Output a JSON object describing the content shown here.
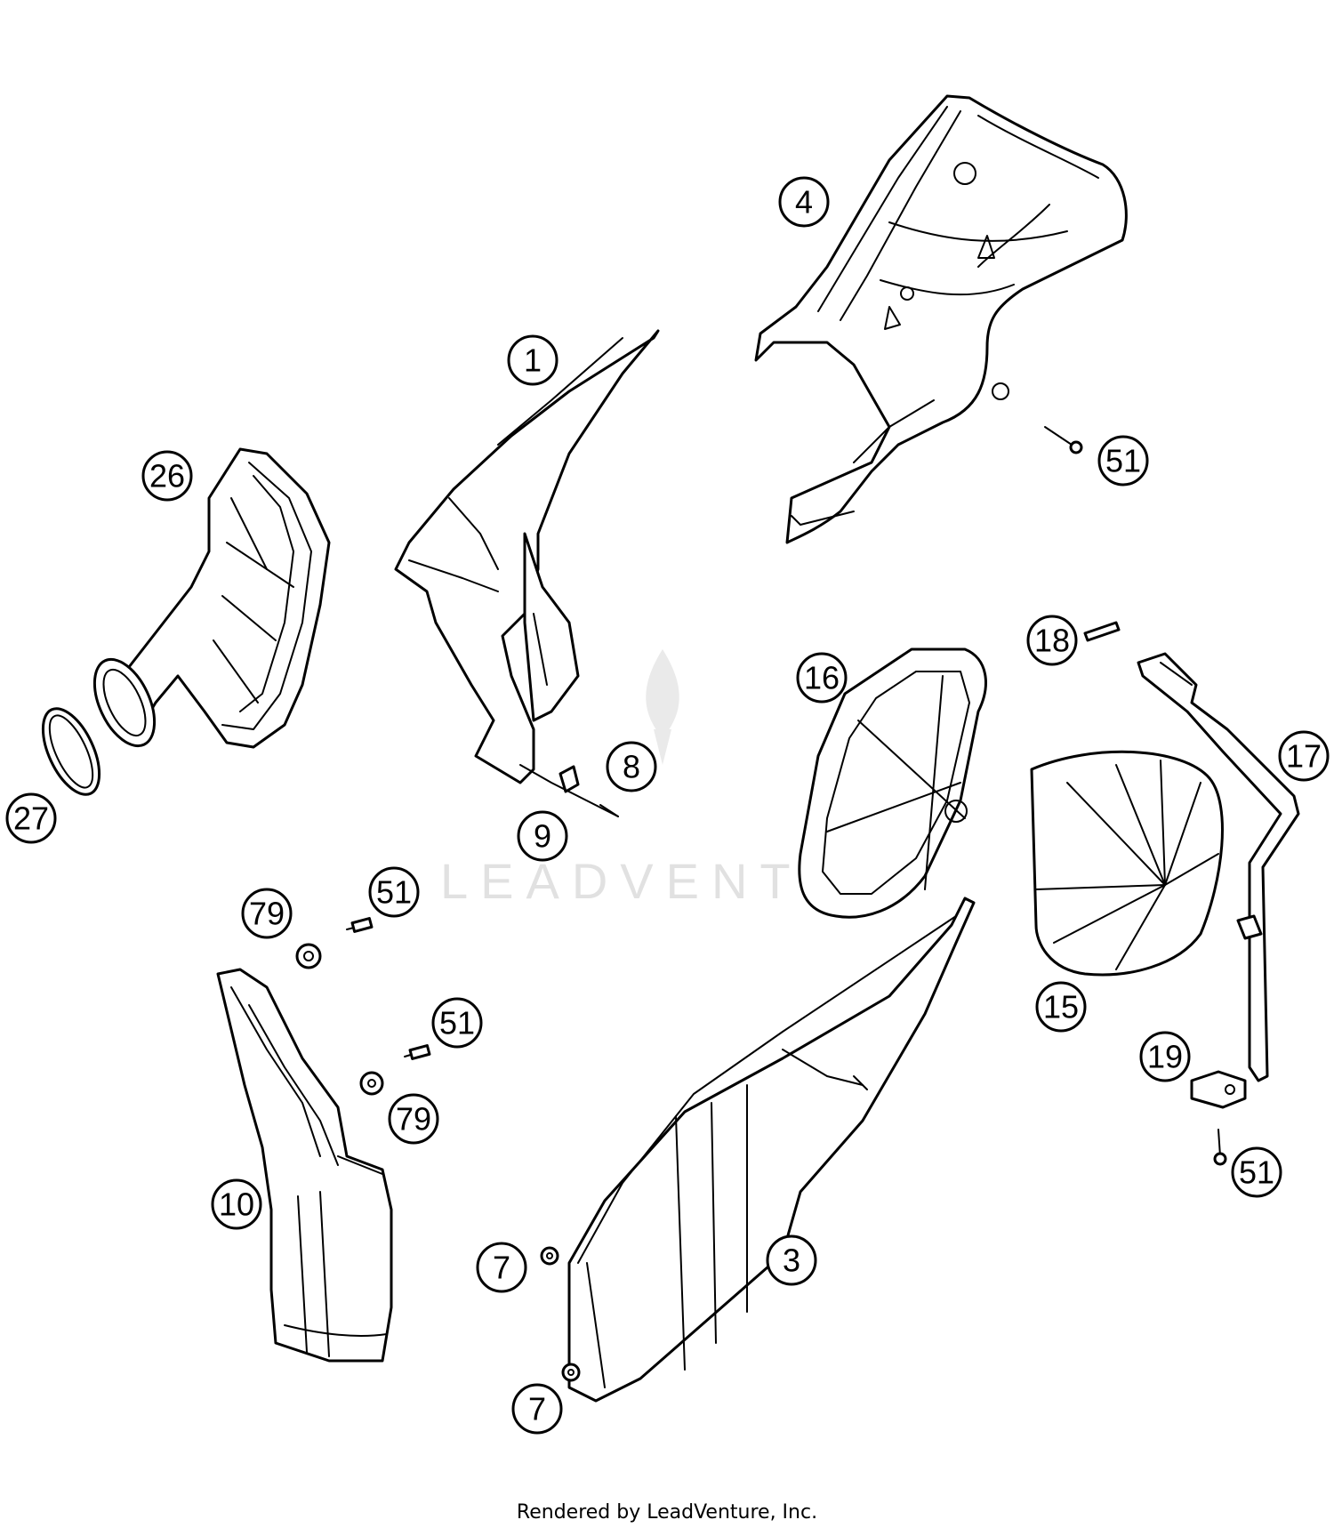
{
  "diagram": {
    "callouts": [
      {
        "id": "c1",
        "label": "1"
      },
      {
        "id": "c4",
        "label": "4"
      },
      {
        "id": "c51a",
        "label": "51"
      },
      {
        "id": "c26",
        "label": "26"
      },
      {
        "id": "c27",
        "label": "27"
      },
      {
        "id": "c9",
        "label": "9"
      },
      {
        "id": "c8",
        "label": "8"
      },
      {
        "id": "c16",
        "label": "16"
      },
      {
        "id": "c18",
        "label": "18"
      },
      {
        "id": "c17",
        "label": "17"
      },
      {
        "id": "c15",
        "label": "15"
      },
      {
        "id": "c79a",
        "label": "79"
      },
      {
        "id": "c51b",
        "label": "51"
      },
      {
        "id": "c51c",
        "label": "51"
      },
      {
        "id": "c79b",
        "label": "79"
      },
      {
        "id": "c10",
        "label": "10"
      },
      {
        "id": "c19",
        "label": "19"
      },
      {
        "id": "c51d",
        "label": "51"
      },
      {
        "id": "c7a",
        "label": "7"
      },
      {
        "id": "c3",
        "label": "3"
      },
      {
        "id": "c7b",
        "label": "7"
      }
    ],
    "watermark": "LEADVENTU"
  },
  "footer": {
    "text": "Rendered by LeadVenture, Inc."
  }
}
